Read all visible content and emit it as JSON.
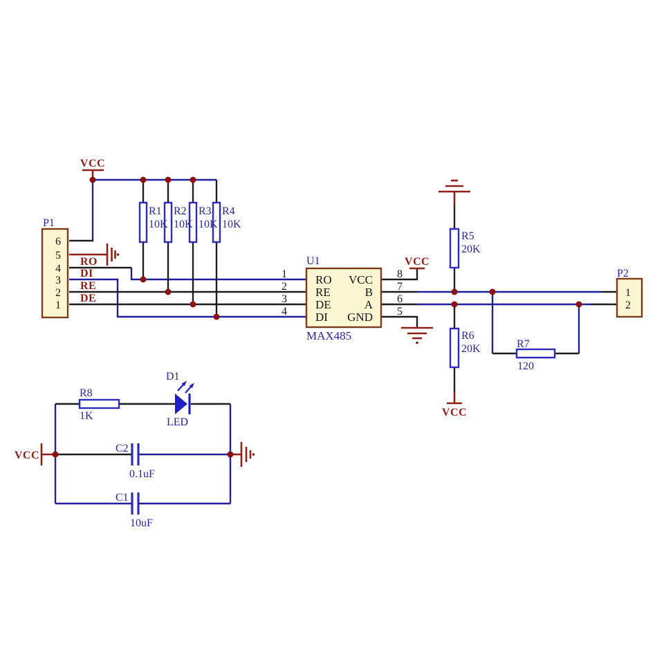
{
  "power_net": {
    "vcc": "VCC"
  },
  "connectors": {
    "p1": {
      "ref": "P1",
      "pin_numbers": [
        "6",
        "5",
        "4",
        "3",
        "2",
        "1"
      ],
      "signal_labels": [
        "RO",
        "DI",
        "RE",
        "DE"
      ]
    },
    "p2": {
      "ref": "P2",
      "pin_numbers": [
        "1",
        "2"
      ]
    }
  },
  "ic_u1": {
    "ref": "U1",
    "part_number": "MAX485",
    "left_pins": [
      {
        "number": "1",
        "name": "RO"
      },
      {
        "number": "2",
        "name": "RE"
      },
      {
        "number": "3",
        "name": "DE"
      },
      {
        "number": "4",
        "name": "DI"
      }
    ],
    "right_pins": [
      {
        "number": "8",
        "name": "VCC"
      },
      {
        "number": "7",
        "name": "B"
      },
      {
        "number": "6",
        "name": "A"
      },
      {
        "number": "5",
        "name": "GND"
      }
    ]
  },
  "resistors": {
    "r1": {
      "ref": "R1",
      "value": "10K"
    },
    "r2": {
      "ref": "R2",
      "value": "10K"
    },
    "r3": {
      "ref": "R3",
      "value": "10K"
    },
    "r4": {
      "ref": "R4",
      "value": "10K"
    },
    "r5": {
      "ref": "R5",
      "value": "20K"
    },
    "r6": {
      "ref": "R6",
      "value": "20K"
    },
    "r7": {
      "ref": "R7",
      "value": "120"
    },
    "r8": {
      "ref": "R8",
      "value": "1K"
    }
  },
  "capacitors": {
    "c1": {
      "ref": "C1",
      "value": "10uF"
    },
    "c2": {
      "ref": "C2",
      "value": "0.1uF"
    }
  },
  "diodes": {
    "d1": {
      "ref": "D1",
      "label": "LED"
    }
  },
  "colors": {
    "wire_blue": "#1f1f99",
    "wire_black": "#1c1c1c",
    "symbol_dark_red": "#8e1f17",
    "junction_dot": "#8e0f0f",
    "label_blue": "#2424a8",
    "component_outline_blue": "#2b2bc0",
    "led_blue": "#1e1ec8",
    "box_fill": "#fbf7d2",
    "box_border": "#7c3a1d",
    "background": "#ffffff"
  }
}
